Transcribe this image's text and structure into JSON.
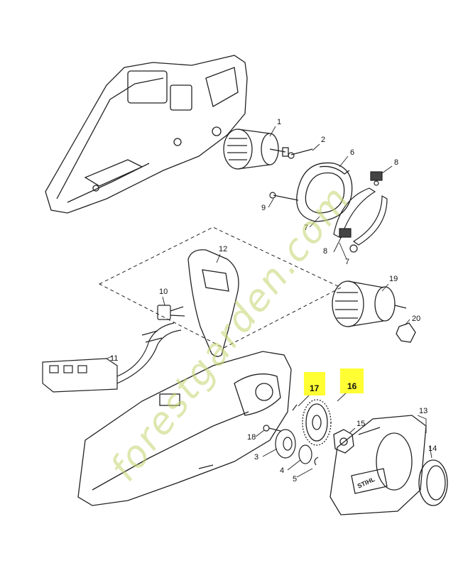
{
  "watermark": "forestgarden.com",
  "part_labels": [
    {
      "id": "1",
      "text": "1"
    },
    {
      "id": "2",
      "text": "2"
    },
    {
      "id": "6",
      "text": "6"
    },
    {
      "id": "8a",
      "text": "8"
    },
    {
      "id": "9",
      "text": "9"
    },
    {
      "id": "7a",
      "text": "7"
    },
    {
      "id": "7b",
      "text": "7"
    },
    {
      "id": "8b",
      "text": "8"
    },
    {
      "id": "12",
      "text": "12"
    },
    {
      "id": "10",
      "text": "10"
    },
    {
      "id": "19",
      "text": "19"
    },
    {
      "id": "20",
      "text": "20"
    },
    {
      "id": "11",
      "text": "11"
    },
    {
      "id": "17",
      "text": "17"
    },
    {
      "id": "16",
      "text": "16"
    },
    {
      "id": "13",
      "text": "13"
    },
    {
      "id": "15",
      "text": "15"
    },
    {
      "id": "18",
      "text": "18"
    },
    {
      "id": "3",
      "text": "3"
    },
    {
      "id": "14",
      "text": "14"
    },
    {
      "id": "4",
      "text": "4"
    },
    {
      "id": "5",
      "text": "5"
    }
  ],
  "highlighted_parts": [
    "17",
    "16"
  ],
  "colors": {
    "highlight": "#ffff33",
    "line": "#222222",
    "watermark": "#c4d46e"
  },
  "brand_mark": "STIHL"
}
